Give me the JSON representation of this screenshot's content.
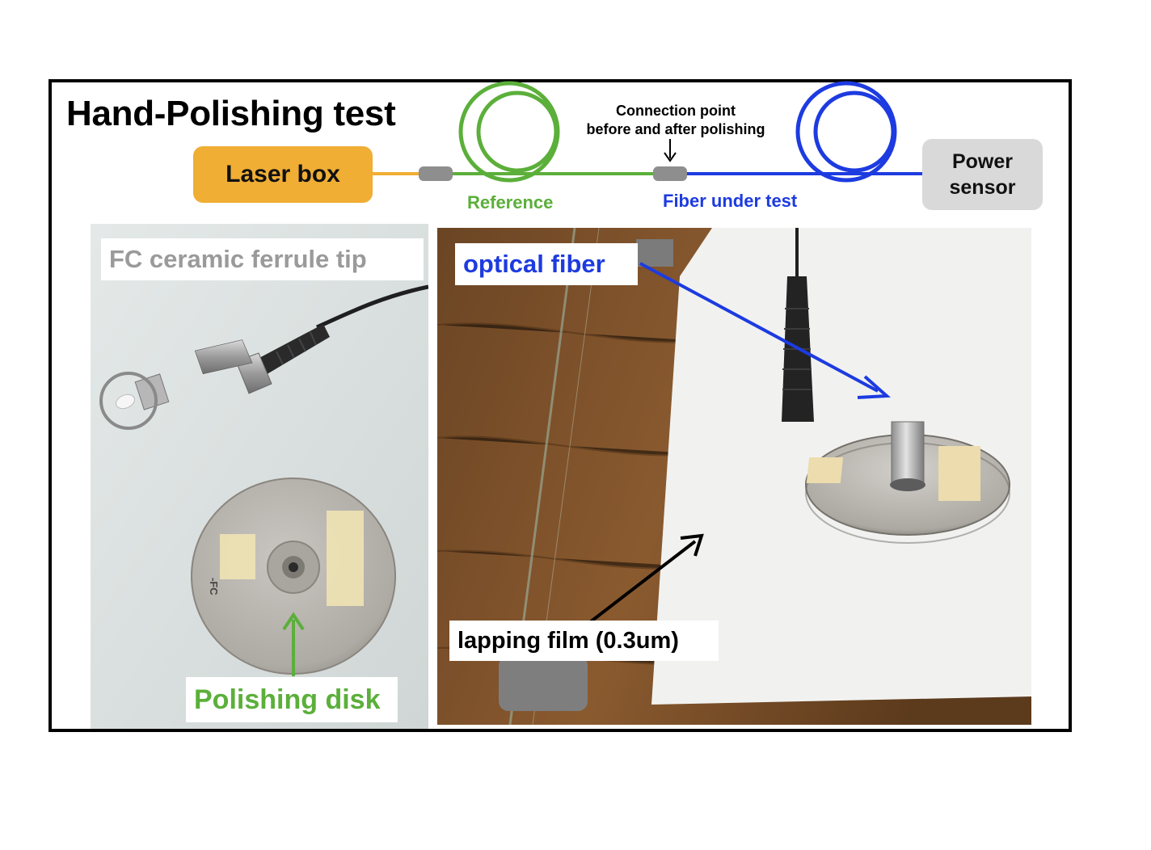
{
  "title": "Hand-Polishing test",
  "diagram": {
    "laser_box": "Laser box",
    "power_sensor_line1": "Power",
    "power_sensor_line2": "sensor",
    "reference": "Reference",
    "fiber_under_test": "Fiber under test",
    "connection_line1": "Connection point",
    "connection_line2": "before and after polishing"
  },
  "photos": {
    "ferrule_tip": "FC ceramic ferrule tip",
    "polishing_disk": "Polishing disk",
    "optical_fiber": "optical fiber",
    "lapping_film": "lapping film (0.3um)",
    "disk_stamp": "-FC"
  },
  "colors": {
    "laser": "#F0AE35",
    "reference": "#5BAF3A",
    "fiber_under_test": "#1D3BE0",
    "sensor": "#D9D9D9",
    "connector": "#8E8E8E"
  }
}
